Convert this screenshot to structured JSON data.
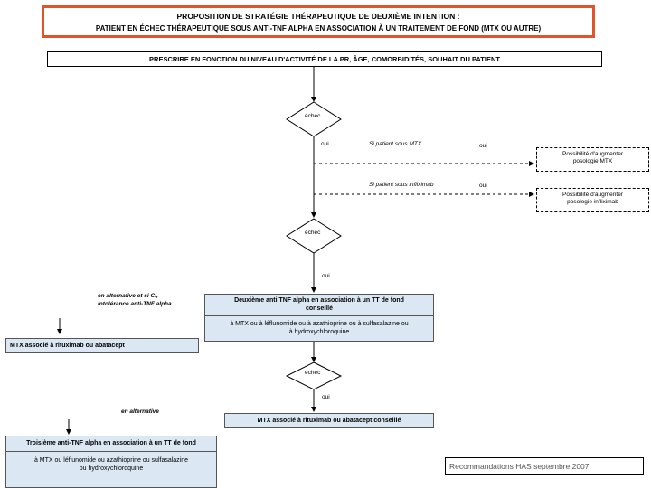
{
  "title": {
    "line1": "PROPOSITION DE STRATÉGIE THÉRAPEUTIQUE DE DEUXIÈME INTENTION :",
    "line2": "PATIENT EN ÉCHEC THÉRAPEUTIQUE SOUS ANTI-TNF ALPHA EN ASSOCIATION À UN TRAITEMENT DE FOND (MTX OU AUTRE)"
  },
  "prescrire": "PRESCRIRE EN FONCTION DU NIVEAU D'ACTIVITÉ DE LA PR, ÂGE, COMORBIDITÉS, SOUHAIT DU PATIENT",
  "decisions": {
    "d1": "échec",
    "d2": "échec",
    "d3": "échec"
  },
  "labels": {
    "oui1": "oui",
    "si_mtx": "Si patient sous MTX",
    "oui_mtx": "oui",
    "si_inflix": "Si patient sous infliximab",
    "oui_inflix": "oui",
    "oui2": "oui",
    "oui3": "oui",
    "alt1_line1": "en alternative et si CI,",
    "alt1_line2": "intolérance anti-TNF alpha",
    "alt2": "en alternative"
  },
  "boxes": {
    "mtx_side_line1": "Possibilité d'augmenter",
    "mtx_side_line2": "posologie MTX",
    "inflix_side_line1": "Possibilité d'augmenter",
    "inflix_side_line2": "posologie infliximab",
    "deuxieme_line1": "Deuxième anti TNF alpha en association à un TT de fond",
    "deuxieme_line2": "conseillé",
    "deuxieme_line3": "à MTX ou à léflunomide ou à azathioprine ou à sulfasalazine ou",
    "deuxieme_line4": "à hydroxychloroquine",
    "mtx_ritux_left": "MTX associé à rituximab ou abatacept",
    "mtx_ritux_center": "MTX associé à rituximab ou abatacept conseillé",
    "troisieme_line1": "Troisième anti-TNF alpha en association à un TT de fond",
    "troisieme_line2": "à MTX ou léflunomide ou azathioprine ou sulfasalazine",
    "troisieme_line3": "ou hydroxychloroquine"
  },
  "footer": "Recommandations HAS septembre 2007"
}
